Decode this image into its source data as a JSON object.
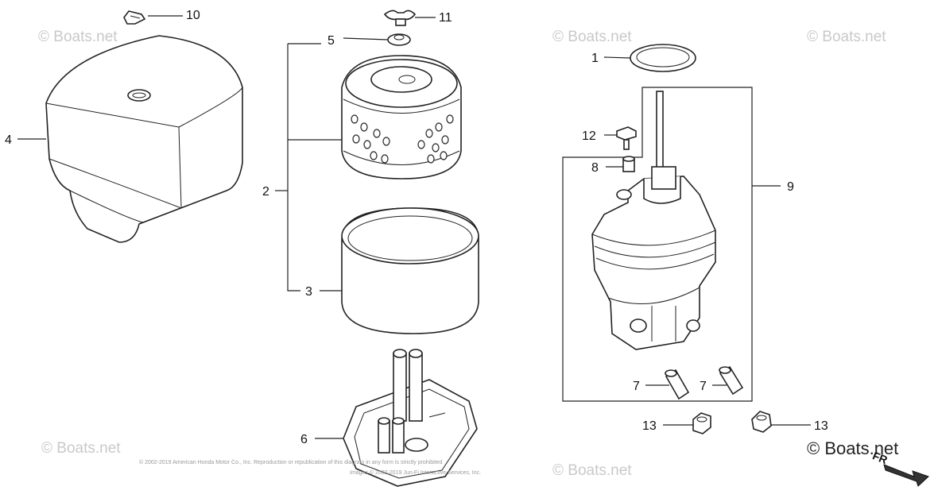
{
  "callouts": [
    {
      "id": "1",
      "text": "1"
    },
    {
      "id": "2",
      "text": "2"
    },
    {
      "id": "3",
      "text": "3"
    },
    {
      "id": "4",
      "text": "4"
    },
    {
      "id": "5",
      "text": "5"
    },
    {
      "id": "6",
      "text": "6"
    },
    {
      "id": "7a",
      "text": "7"
    },
    {
      "id": "7b",
      "text": "7"
    },
    {
      "id": "8",
      "text": "8"
    },
    {
      "id": "9",
      "text": "9"
    },
    {
      "id": "10",
      "text": "10"
    },
    {
      "id": "11",
      "text": "11"
    },
    {
      "id": "12",
      "text": "12"
    },
    {
      "id": "13a",
      "text": "13"
    },
    {
      "id": "13b",
      "text": "13"
    }
  ],
  "watermarks": {
    "tl": "© Boats.net",
    "tc": "© Boats.net",
    "tr": "© Boats.net",
    "bl": "© Boats.net",
    "bc": "© Boats.net",
    "br": "© Boats.net"
  },
  "copyright_line1": "© 2002-2019 American Honda Motor Co., Inc. Reproduction or republication of this diagram in any form is strictly prohibited",
  "copyright_line2": "Images © 2002-2019 Jun-Fi Interactive Services, Inc.",
  "direction_marker": "FR"
}
